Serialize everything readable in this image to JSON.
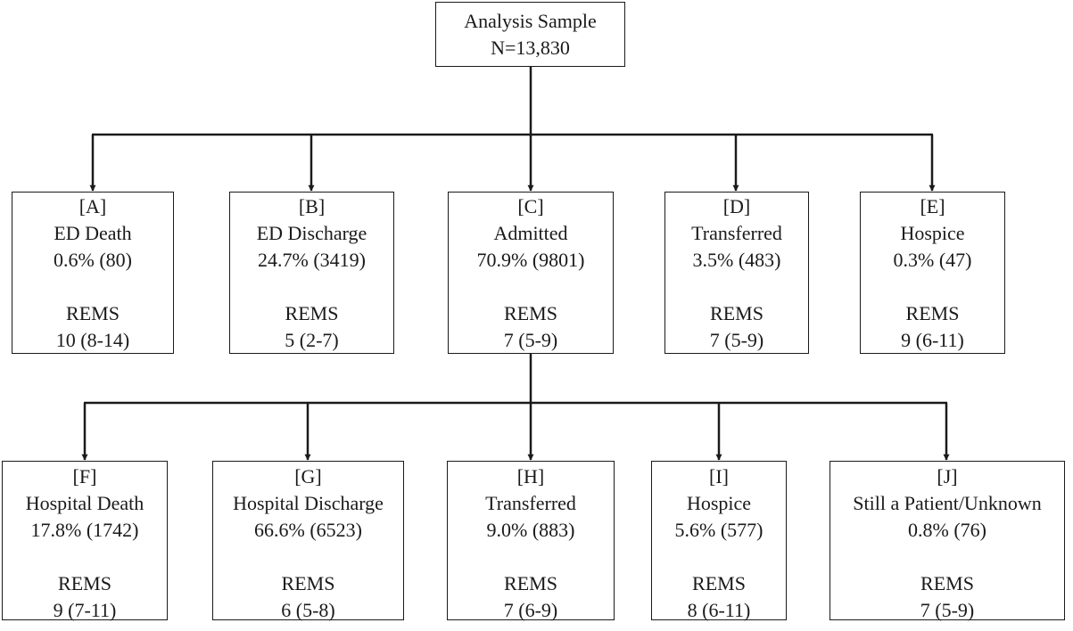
{
  "root": {
    "title": "Analysis Sample",
    "n": "N=13,830"
  },
  "level1": [
    {
      "letter": "[A]",
      "label": "ED Death",
      "pct": "0.6% (80)",
      "rems_label": "REMS",
      "rems": "10 (8-14)"
    },
    {
      "letter": "[B]",
      "label": "ED Discharge",
      "pct": "24.7% (3419)",
      "rems_label": "REMS",
      "rems": "5 (2-7)"
    },
    {
      "letter": "[C]",
      "label": "Admitted",
      "pct": "70.9% (9801)",
      "rems_label": "REMS",
      "rems": "7 (5-9)"
    },
    {
      "letter": "[D]",
      "label": "Transferred",
      "pct": "3.5% (483)",
      "rems_label": "REMS",
      "rems": "7 (5-9)"
    },
    {
      "letter": "[E]",
      "label": "Hospice",
      "pct": "0.3% (47)",
      "rems_label": "REMS",
      "rems": "9 (6-11)"
    }
  ],
  "level2": [
    {
      "letter": "[F]",
      "label": "Hospital Death",
      "pct": "17.8% (1742)",
      "rems_label": "REMS",
      "rems": "9 (7-11)"
    },
    {
      "letter": "[G]",
      "label": "Hospital Discharge",
      "pct": "66.6% (6523)",
      "rems_label": "REMS",
      "rems": "6 (5-8)"
    },
    {
      "letter": "[H]",
      "label": "Transferred",
      "pct": "9.0% (883)",
      "rems_label": "REMS",
      "rems": "7 (6-9)"
    },
    {
      "letter": "[I]",
      "label": "Hospice",
      "pct": "5.6% (577)",
      "rems_label": "REMS",
      "rems": "8 (6-11)"
    },
    {
      "letter": "[J]",
      "label": "Still a Patient/Unknown",
      "pct": "0.8% (76)",
      "rems_label": "REMS",
      "rems": "7 (5-9)"
    }
  ],
  "colors": {
    "line": "#1a1a1a",
    "background": "#ffffff"
  }
}
